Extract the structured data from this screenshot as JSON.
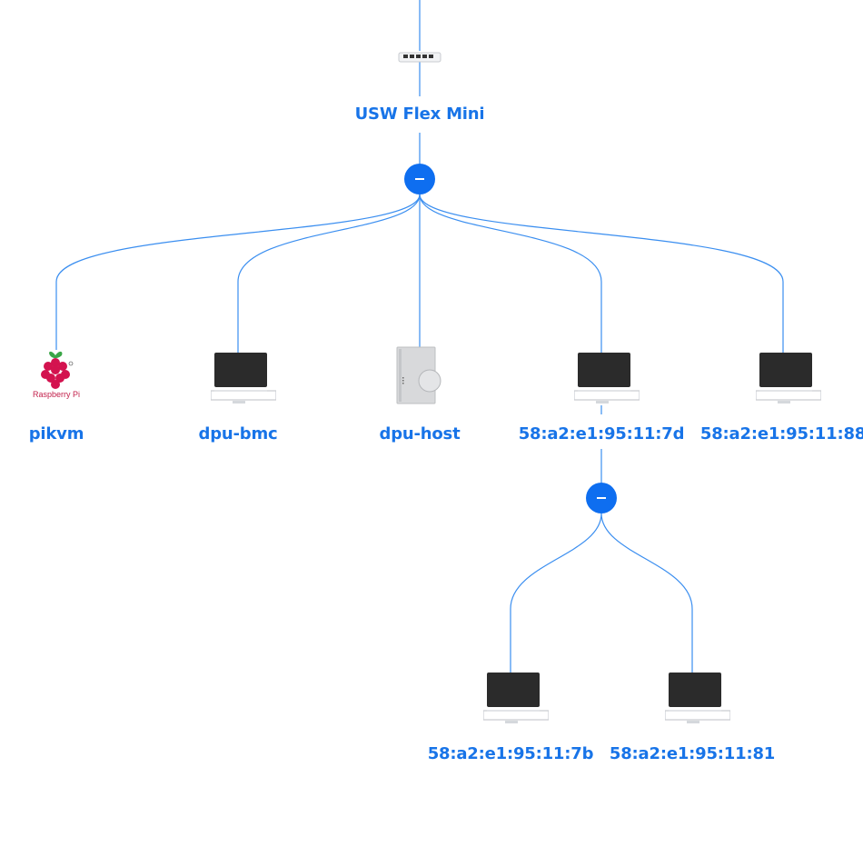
{
  "colors": {
    "accent": "#0e6ef0",
    "link_line": "#3a8ef0",
    "label": "#1874e8"
  },
  "switch": {
    "label": "USW Flex Mini",
    "icon": "unifi-switch-icon"
  },
  "clients": [
    {
      "id": "pikvm",
      "label": "pikvm",
      "icon": "raspberry-pi-icon",
      "logo_text": "Raspberry Pi"
    },
    {
      "id": "dpu-bmc",
      "label": "dpu-bmc",
      "icon": "laptop-icon"
    },
    {
      "id": "dpu-host",
      "label": "dpu-host",
      "icon": "server-icon"
    },
    {
      "id": "mac-7d",
      "label": "58:a2:e1:95:11:7d",
      "icon": "laptop-icon"
    },
    {
      "id": "mac-88",
      "label": "58:a2:e1:95:11:88",
      "icon": "laptop-icon"
    }
  ],
  "sub_clients": [
    {
      "id": "mac-7b",
      "label": "58:a2:e1:95:11:7b",
      "icon": "laptop-icon"
    },
    {
      "id": "mac-81",
      "label": "58:a2:e1:95:11:81",
      "icon": "laptop-icon"
    }
  ]
}
